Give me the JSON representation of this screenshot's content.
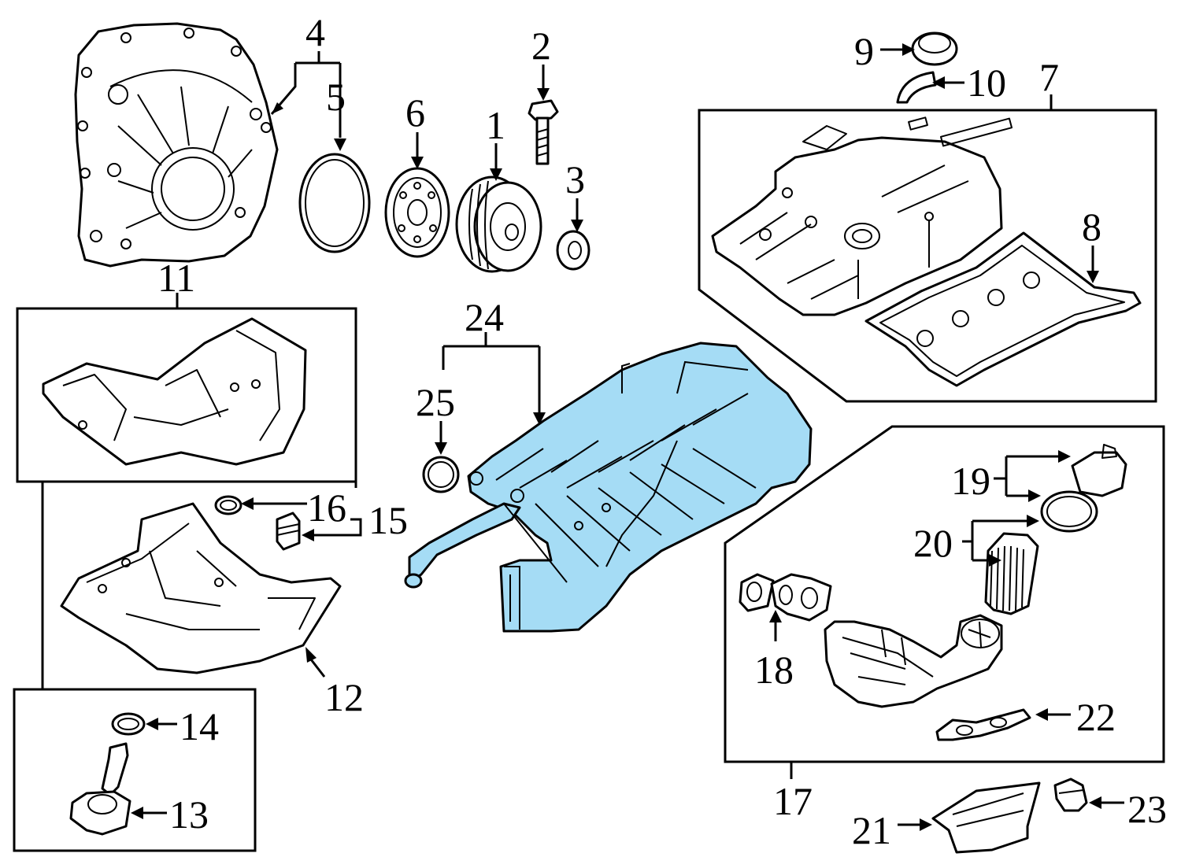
{
  "colors": {
    "highlight": "#a5dcf5",
    "line": "#000000",
    "background": "#ffffff"
  },
  "callouts": {
    "c1": "1",
    "c2": "2",
    "c3": "3",
    "c4": "4",
    "c5": "5",
    "c6": "6",
    "c7": "7",
    "c8": "8",
    "c9": "9",
    "c10": "10",
    "c11": "11",
    "c12": "12",
    "c13": "13",
    "c14": "14",
    "c15": "15",
    "c16": "16",
    "c17": "17",
    "c18": "18",
    "c19": "19",
    "c20": "20",
    "c21": "21",
    "c22": "22",
    "c23": "23",
    "c24": "24",
    "c25": "25"
  },
  "parts": {
    "timing_cover": "timing-cover-icon",
    "crank_seal": "seal-ring-icon",
    "vibration_damper": "damper-icon",
    "crank_pulley": "pulley-icon",
    "pulley_bolt": "bolt-icon",
    "pulley_washer": "washer-icon",
    "valve_cover": "valve-cover-icon",
    "valve_cover_gasket": "gasket-icon",
    "oil_filler_cap": "cap-icon",
    "cap_seal": "seal-icon",
    "upper_oil_pan": "oil-pan-icon",
    "lower_oil_pan": "oil-pan-icon",
    "oil_level_sensor": "sensor-icon",
    "sensor_oring": "o-ring-icon",
    "drain_plug": "drain-plug-icon",
    "drain_washer": "washer-icon",
    "oil_filter_housing": "filter-housing-icon",
    "housing_gasket": "gasket-icon",
    "filter_cap": "filter-cap-icon",
    "filter_element": "oil-filter-icon",
    "heat_shield": "shield-icon",
    "housing_seal": "seal-icon",
    "oil_pressure_switch": "switch-icon",
    "intake_manifold": "intake-manifold-icon",
    "manifold_oring": "o-ring-icon"
  }
}
